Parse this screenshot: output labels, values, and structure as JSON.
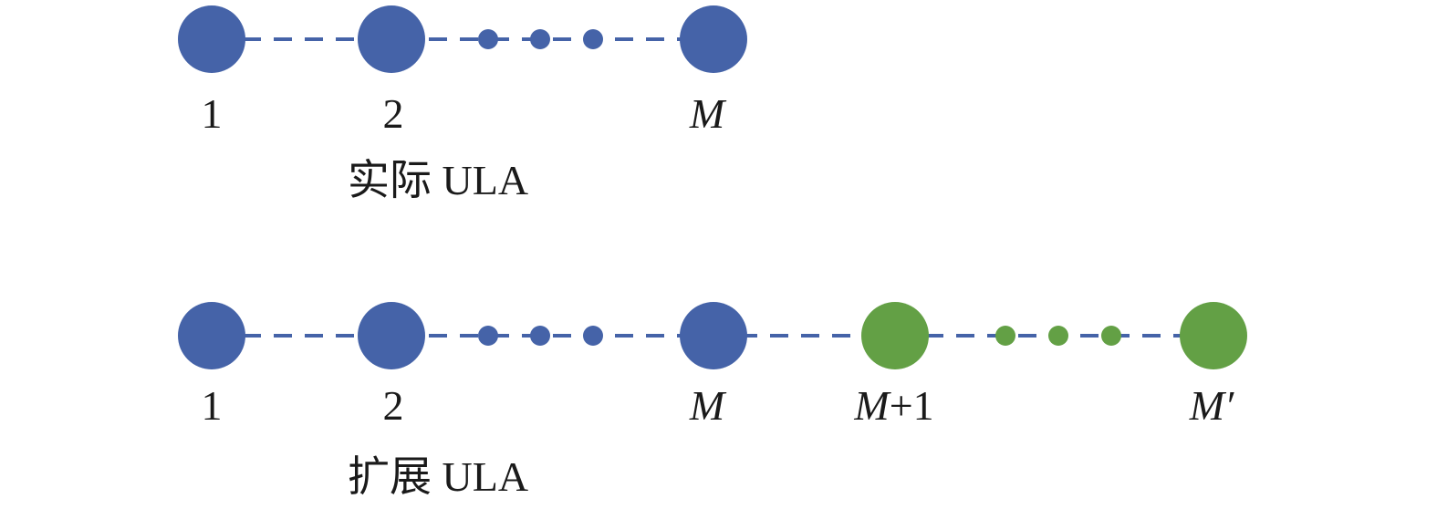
{
  "colors": {
    "actual_element": "#4563a8",
    "extended_element": "#63a045",
    "connector_line": "#4563a8"
  },
  "arrays": [
    {
      "caption": "实际 ULA",
      "labels": {
        "first": "1",
        "second": "2",
        "last": "M"
      }
    },
    {
      "caption": "扩展 ULA",
      "labels": {
        "first": "1",
        "second": "2",
        "last": "M",
        "ext_first": "M+1",
        "ext_last": "M′"
      }
    }
  ]
}
